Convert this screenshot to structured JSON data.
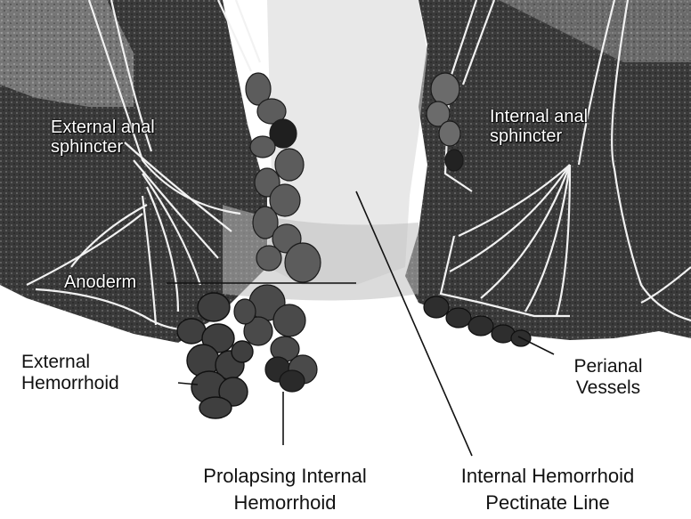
{
  "diagram": {
    "labels": {
      "external_anal_sphincter": [
        "External anal",
        "sphincter"
      ],
      "internal_anal_sphincter": [
        "Internal anal",
        "sphincter"
      ],
      "anoderm": "Anoderm",
      "external_hemorrhoid": [
        "External",
        "Hemorrhoid"
      ],
      "perianal_vessels": [
        "Perianal",
        "Vessels"
      ],
      "prolapsing_internal_hemorrhoid": [
        "Prolapsing Internal",
        "Hemorrhoid"
      ],
      "internal_hemorrhoid_pectinate_line": [
        "Internal Hemorrhoid",
        "Pectinate Line"
      ]
    }
  },
  "colors": {
    "tissue_dark": "#2b2b2b",
    "tissue_mid": "#6e6e6e",
    "background": "#ffffff",
    "outline": "#f2f2f2"
  }
}
